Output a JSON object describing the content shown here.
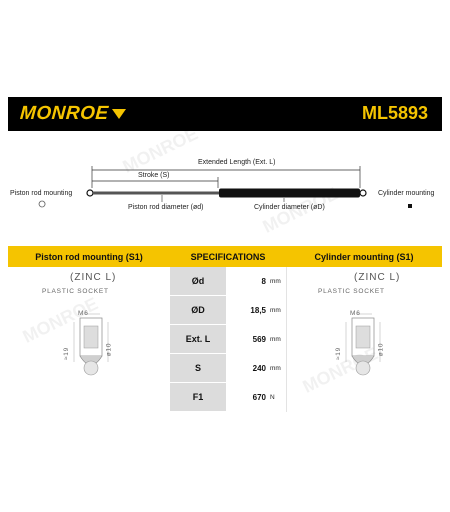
{
  "brand": {
    "logo_text": "MONROE",
    "part_number": "ML5893",
    "accent_color": "#f5c400"
  },
  "diagram": {
    "extended_length_label": "Extended Length (Ext. L)",
    "stroke_label": "Stroke (S)",
    "piston_rod_mounting_label": "Piston rod mounting",
    "cylinder_mounting_label": "Cylinder mounting",
    "piston_rod_diameter_label": "Piston rod diameter (ød)",
    "cylinder_diameter_label": "Cylinder diameter (øD)"
  },
  "table": {
    "header_left": "Piston rod mounting (S1)",
    "header_mid": "SPECIFICATIONS",
    "header_right": "Cylinder mounting (S1)",
    "left_panel": {
      "material": "(ZINC L)",
      "socket": "PLASTIC SOCKET",
      "thread": "M6",
      "length": "≈19",
      "diameter": "ø10"
    },
    "right_panel": {
      "material": "(ZINC L)",
      "socket": "PLASTIC SOCKET",
      "thread": "M6",
      "length": "≈19",
      "diameter": "ø10"
    },
    "specs": [
      {
        "key": "Ød",
        "value": "8",
        "unit": "mm"
      },
      {
        "key": "ØD",
        "value": "18,5",
        "unit": "mm"
      },
      {
        "key": "Ext. L",
        "value": "569",
        "unit": "mm"
      },
      {
        "key": "S",
        "value": "240",
        "unit": "mm"
      },
      {
        "key": "F1",
        "value": "670",
        "unit": "N"
      }
    ]
  }
}
